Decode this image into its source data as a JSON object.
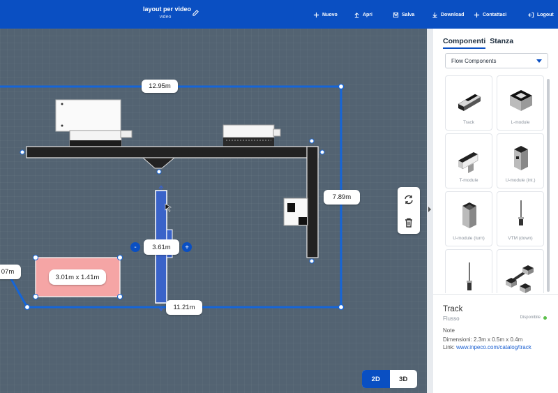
{
  "header": {
    "project_title": "layout per video",
    "project_subtitle": "video",
    "toolbar": [
      {
        "label": "Nuovo",
        "icon": "plus-icon"
      },
      {
        "label": "Apri",
        "icon": "upload-icon"
      },
      {
        "label": "Salva",
        "icon": "save-icon"
      },
      {
        "label": "Download",
        "icon": "download-icon"
      },
      {
        "label": "Contattaci",
        "icon": "plus-icon"
      },
      {
        "label": "Logout",
        "icon": "logout-icon"
      }
    ]
  },
  "canvas": {
    "dimensions": {
      "top_width": "12.95m",
      "right_height": "7.89m",
      "bottom_width": "11.21m",
      "left_partial": "07m",
      "track_length": "3.61m",
      "area_size": "3.01m x 1.41m"
    },
    "length_minus": "-",
    "length_plus": "+",
    "view_toggle": {
      "mode_2d": "2D",
      "mode_3d": "3D",
      "active": "2D"
    }
  },
  "panel": {
    "tabs": [
      "Componenti",
      "Stanza"
    ],
    "active_tab": "Componenti",
    "category": "Flow Components",
    "components": [
      {
        "label": "Track"
      },
      {
        "label": "L-module"
      },
      {
        "label": "T-module"
      },
      {
        "label": "U-module (int.)"
      },
      {
        "label": "U-module (turn)"
      },
      {
        "label": "VTM (down)"
      },
      {
        "label": ""
      },
      {
        "label": ""
      }
    ],
    "detail": {
      "name": "Track",
      "category": "Flusso",
      "status": "Disponibile",
      "note_label": "Note",
      "dimensions": "Dimensioni: 2.3m x 0.5m x 0.4m",
      "link_label": "Link:",
      "link_url": "www.inpeco.com/catalog/track"
    }
  },
  "colors": {
    "header_bg": "#0a4fc2",
    "canvas_bg": "#536372",
    "wall_line": "#1565d8",
    "selected_track": "#3a63c9",
    "area_fill": "#f5a5a5",
    "status_ok": "#5bbf4a"
  }
}
